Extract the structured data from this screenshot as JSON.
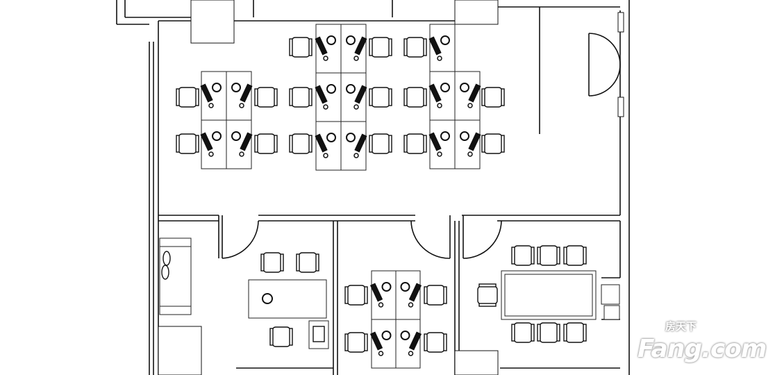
{
  "drawing": {
    "type": "office floor plan",
    "line_color": "#111111",
    "background": "#ffffff"
  },
  "watermark": {
    "chinese": "房天下",
    "latin": "Fang.com"
  }
}
